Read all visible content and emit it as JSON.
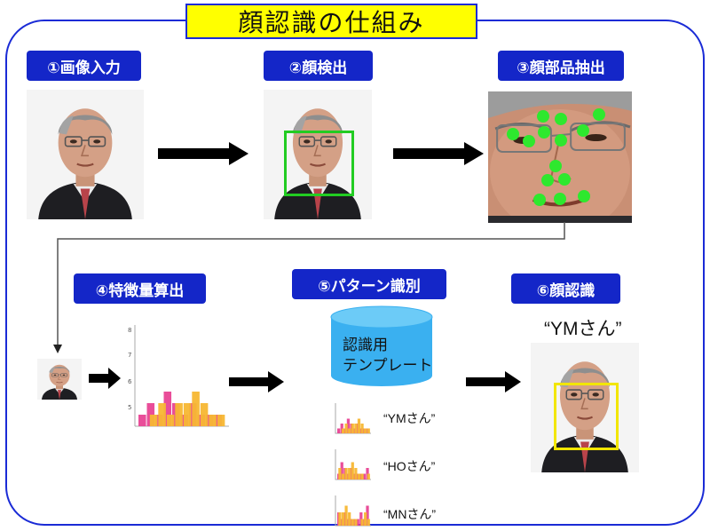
{
  "title": "顔認識の仕組み",
  "steps": [
    {
      "label": "①画像入力"
    },
    {
      "label": "②顔検出"
    },
    {
      "label": "③顔部品抽出"
    },
    {
      "label": "④特徴量算出"
    },
    {
      "label": "⑤パターン識別"
    },
    {
      "label": "⑥顔認識"
    }
  ],
  "database": {
    "line1": "認識用",
    "line2": "テンプレート"
  },
  "templates": [
    {
      "name": "“YMさん”"
    },
    {
      "name": "“HOさん”"
    },
    {
      "name": "“MNさん”"
    }
  ],
  "result": {
    "name": "“YMさん”"
  },
  "chart_data": {
    "type": "bar",
    "yticks": [
      "5",
      "6",
      "7",
      "8"
    ],
    "series": [
      {
        "values": [
          1,
          2,
          1,
          3,
          2,
          1,
          2,
          1,
          1,
          1
        ],
        "color": "#e84393"
      },
      {
        "values": [
          0,
          1,
          2,
          1,
          2,
          2,
          3,
          2,
          1,
          1
        ],
        "color": "#f7b733"
      }
    ]
  },
  "colors": {
    "frame": "#1a2bd6",
    "label_bg": "#1426c8",
    "title_bg": "#ffff00",
    "detect_box": "#22cc22",
    "landmark": "#2ee82e",
    "result_box": "#f2e600"
  }
}
